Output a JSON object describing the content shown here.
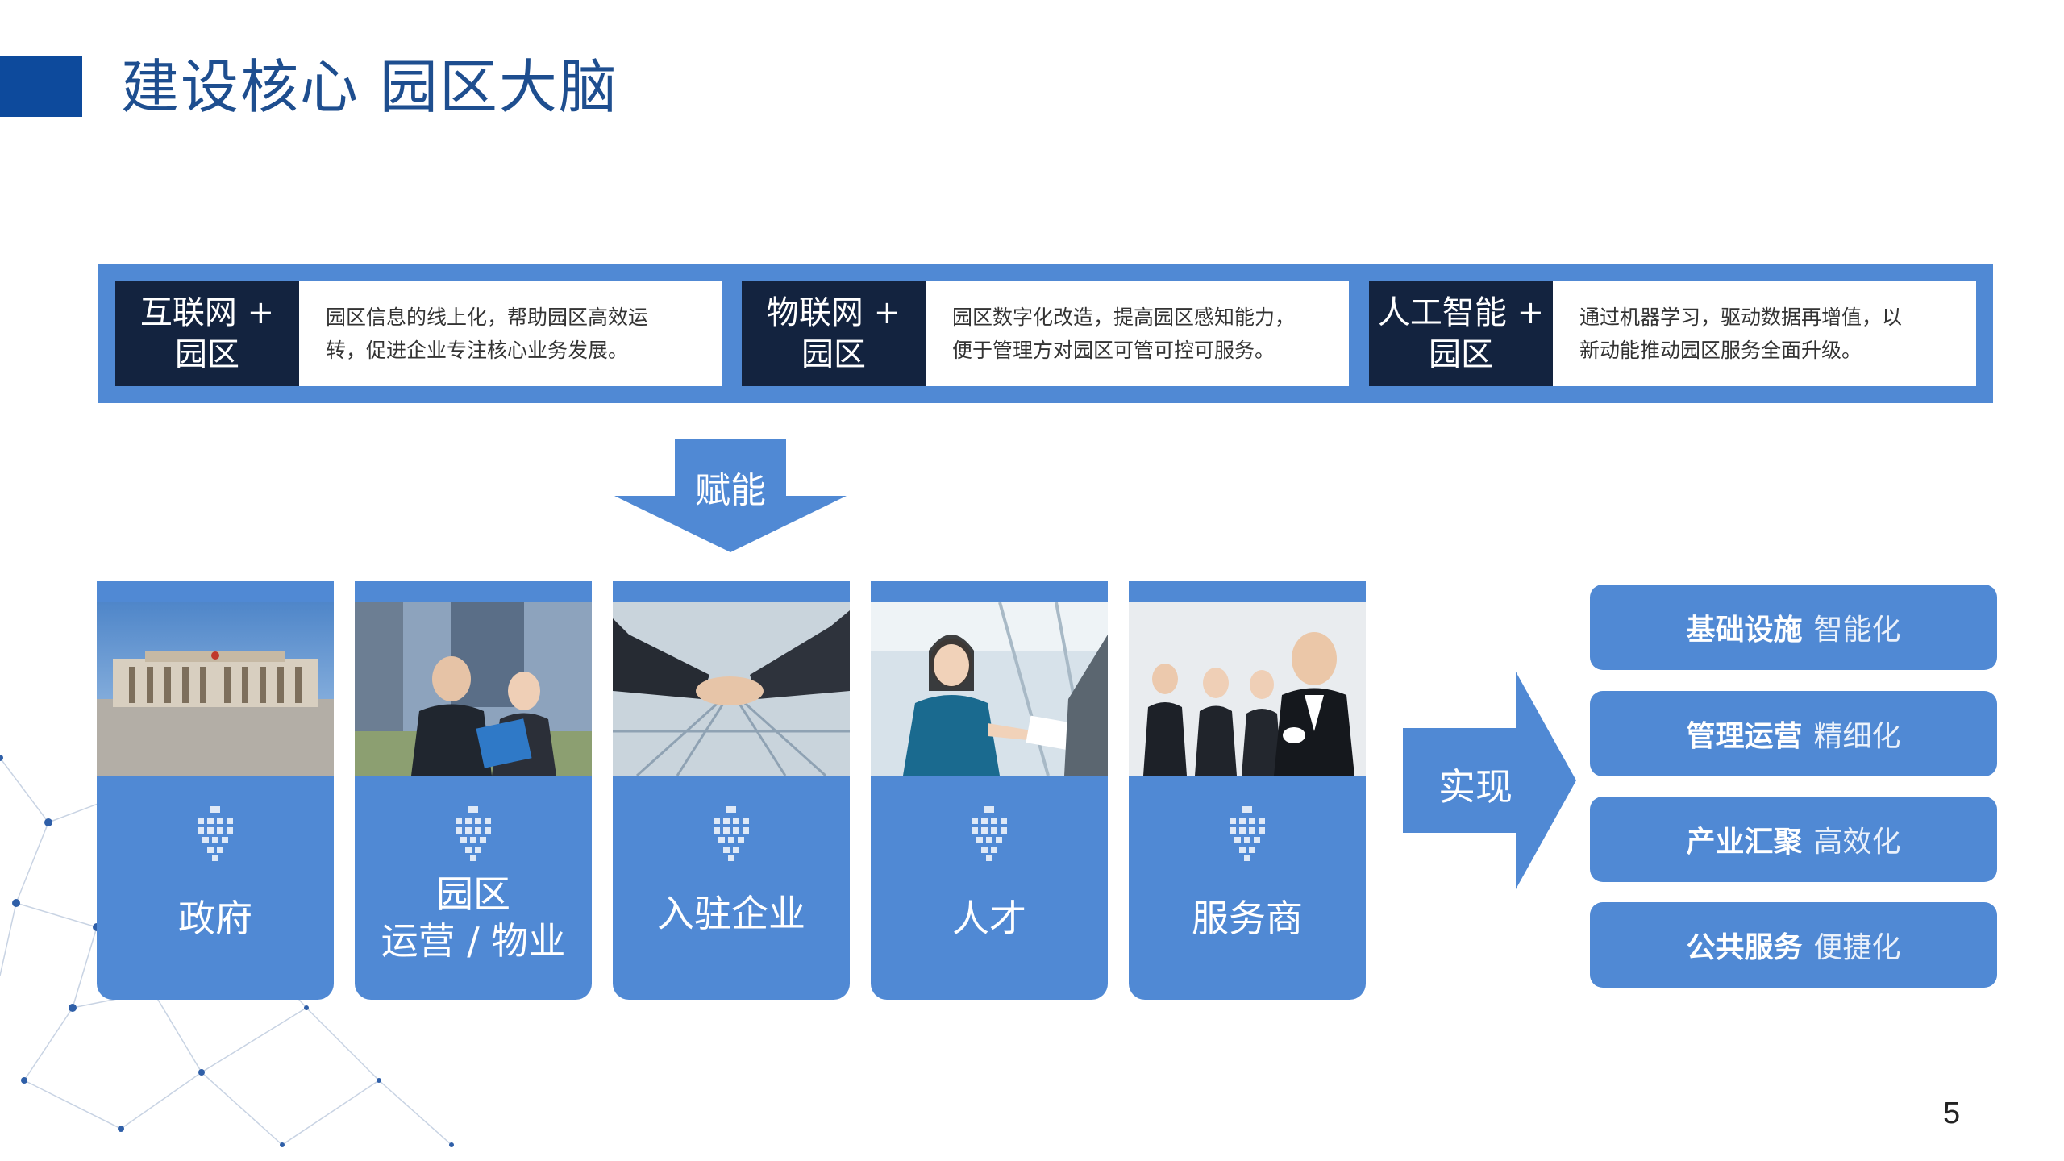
{
  "title": "建设核心 园区大脑",
  "pillars": [
    {
      "title_line1": "互联网 +",
      "title_line2": "园区",
      "desc_line1": "园区信息的线上化，帮助园区高效运",
      "desc_line2": "转，促进企业专注核心业务发展。"
    },
    {
      "title_line1": "物联网 +",
      "title_line2": "园区",
      "desc_line1": "园区数字化改造，提高园区感知能力，",
      "desc_line2": "便于管理方对园区可管可控可服务。"
    },
    {
      "title_line1": "人工智能 +",
      "title_line2": "园区",
      "desc_line1": "通过机器学习，驱动数据再增值，以",
      "desc_line2": "新动能推动园区服务全面升级。"
    }
  ],
  "empower_label": "赋能",
  "stakeholders": [
    {
      "line1": "政府",
      "line2": ""
    },
    {
      "line1": "园区",
      "line2": "运营 / 物业"
    },
    {
      "line1": "入驻企业",
      "line2": ""
    },
    {
      "line1": "人才",
      "line2": ""
    },
    {
      "line1": "服务商",
      "line2": ""
    }
  ],
  "realize_label": "实现",
  "outcomes": [
    {
      "bold": "基础设施",
      "light": "智能化"
    },
    {
      "bold": "管理运营",
      "light": "精细化"
    },
    {
      "bold": "产业汇聚",
      "light": "高效化"
    },
    {
      "bold": "公共服务",
      "light": "便捷化"
    }
  ],
  "page_number": "5",
  "colors": {
    "title": "#1e4e8f",
    "accent_dark": "#0d4a9c",
    "primary": "#5089d4",
    "navy": "#13233f"
  }
}
